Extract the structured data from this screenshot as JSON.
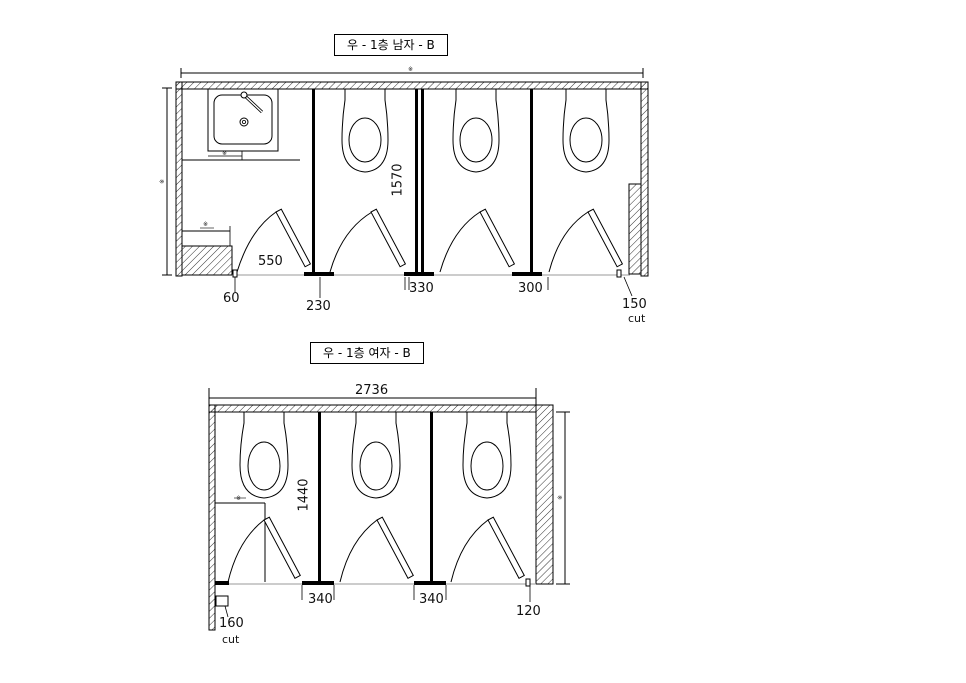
{
  "plans": [
    {
      "title": "우 - 1층 남자  - B",
      "overall_width_label": "※",
      "overall_height_label": "※",
      "sink_width_label": "※",
      "urinal_width_label": "※",
      "depth_label": "1570",
      "door_clearance_label": "550",
      "bottom_labels": [
        "60",
        "230",
        "330",
        "300",
        "150"
      ],
      "cut_label": "cut"
    },
    {
      "title": "우 - 1층 여자  - B",
      "overall_width_label": "2736",
      "overall_height_label": "※",
      "partition_width_label": "※",
      "depth_label": "1440",
      "bottom_labels": [
        "160",
        "340",
        "340",
        "120"
      ],
      "cut_label": "cut"
    }
  ]
}
